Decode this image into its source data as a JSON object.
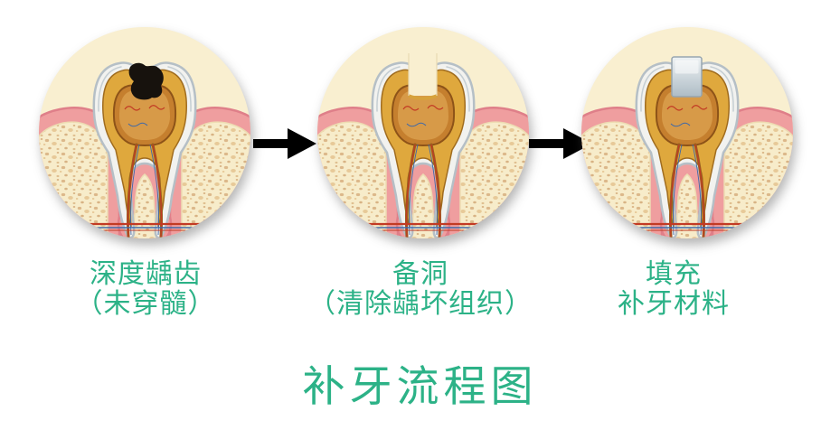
{
  "page": {
    "title": "补牙流程图",
    "background_color": "#ffffff"
  },
  "steps": [
    {
      "name": "deep-caries",
      "state": "cavity",
      "label_lines": [
        "深度龋齿",
        "（未穿髓）"
      ],
      "illustration": "tooth-cross-section-with-deep-black-cavity"
    },
    {
      "name": "cavity-preparation",
      "state": "prepared",
      "label_lines": [
        "备洞",
        "（清除龋坏组织）"
      ],
      "illustration": "tooth-cross-section-with-cleaned-prepared-cavity"
    },
    {
      "name": "filling",
      "state": "filled",
      "label_lines": [
        "填充",
        "补牙材料"
      ],
      "illustration": "tooth-cross-section-with-gray-filling-material"
    }
  ],
  "arrows": [
    {
      "name": "arrow-right-1"
    },
    {
      "name": "arrow-right-2"
    }
  ],
  "colors": {
    "title_green": "#2cb287",
    "arrow_green": "#089e68",
    "circle_background": "#f9efd0",
    "gum_pink": "#ef9e9f",
    "bone_cream": "#f7ecca",
    "enamel_white": "#f2f2ef",
    "dentin_gold": "#dfa83d",
    "pulp_brown": "#c57f2e",
    "cavity_black": "#17120d",
    "filling_gray": "#c3ced6",
    "vessel_red": "#c23a24",
    "vessel_blue": "#3f69a8"
  }
}
